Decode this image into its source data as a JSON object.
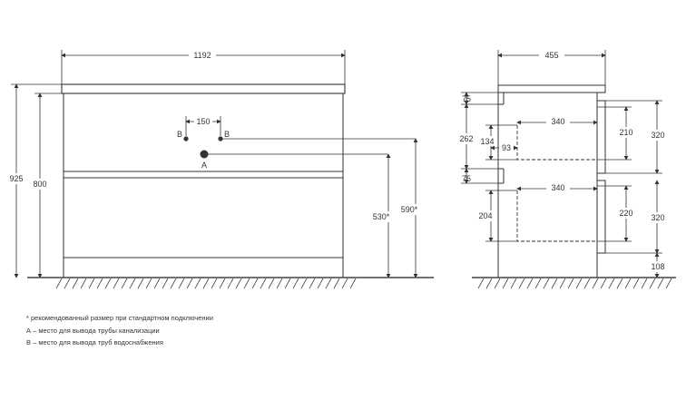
{
  "front": {
    "width_label": "1192",
    "height_total_label": "925",
    "height_body_label": "800",
    "pipe_spacing_label": "150",
    "b_left": "B",
    "b_right": "B",
    "a_label": "A",
    "a_height_label": "530*",
    "b_height_label": "590*"
  },
  "side": {
    "depth_label": "455",
    "top_gap_label": "75",
    "upper_section_label": "262",
    "drawer_step_label": "134",
    "inner_offset_label": "93",
    "upper_drawer_depth_label": "340",
    "upper_drawer_height_label": "210",
    "upper_front_label": "320",
    "middle_gap_label": "75",
    "lower_drawer_depth_label": "340",
    "lower_section_label": "204",
    "lower_drawer_height_label": "220",
    "lower_front_label": "320",
    "plinth_label": "108"
  },
  "notes": {
    "line1": "* рекомендованный размер при стандартном подключении",
    "line2": "А – место для вывода трубы канализации",
    "line3": "В – место для вывода труб водоснабжения"
  },
  "colors": {
    "line": "#333333",
    "dot": "#333333",
    "hatch": "#444444"
  }
}
